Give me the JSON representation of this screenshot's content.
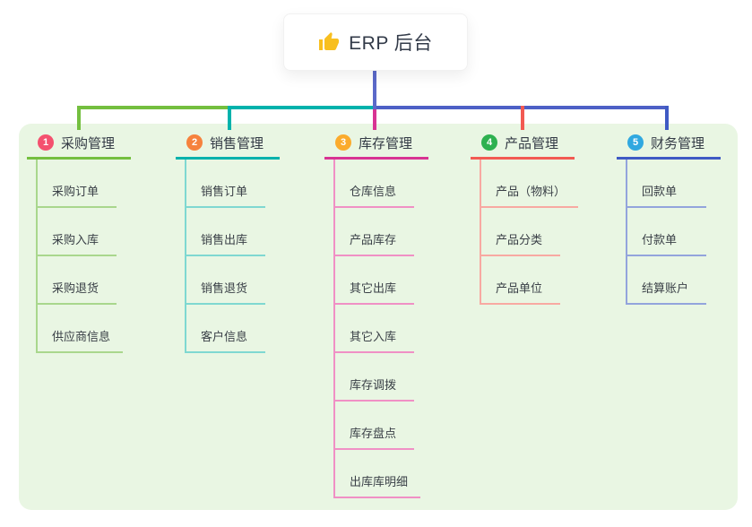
{
  "root": {
    "title": "ERP 后台",
    "icon": "thumbs-up-icon",
    "icon_color": "#f8bf1f"
  },
  "canvas": {
    "page_background": "#ffffff",
    "board_background": "#e9f6e3"
  },
  "connector": {
    "trunk_color": "#5b69c9",
    "right_rail_color": "#4d60c6"
  },
  "branches": [
    {
      "number": "1",
      "title": "采购管理",
      "badge_color": "#f4516f",
      "line_color": "#74bf3f",
      "child_line_color": "#a9d78d",
      "children": [
        "采购订单",
        "采购入库",
        "采购退货",
        "供应商信息"
      ]
    },
    {
      "number": "2",
      "title": "销售管理",
      "badge_color": "#f6823d",
      "line_color": "#00b2ac",
      "child_line_color": "#7fd8d1",
      "children": [
        "销售订单",
        "销售出库",
        "销售退货",
        "客户信息"
      ]
    },
    {
      "number": "3",
      "title": "库存管理",
      "badge_color": "#fbab2c",
      "line_color": "#d83393",
      "child_line_color": "#f090c5",
      "children": [
        "仓库信息",
        "产品库存",
        "其它出库",
        "其它入库",
        "库存调拨",
        "库存盘点",
        "出库库明细"
      ]
    },
    {
      "number": "4",
      "title": "产品管理",
      "badge_color": "#2eb150",
      "line_color": "#f25a52",
      "child_line_color": "#f8a9a2",
      "children": [
        "产品（物料）",
        "产品分类",
        "产品单位"
      ]
    },
    {
      "number": "5",
      "title": "财务管理",
      "badge_color": "#30a8e0",
      "line_color": "#3f5ac4",
      "child_line_color": "#93a4dc",
      "children": [
        "回款单",
        "付款单",
        "结算账户"
      ]
    }
  ]
}
